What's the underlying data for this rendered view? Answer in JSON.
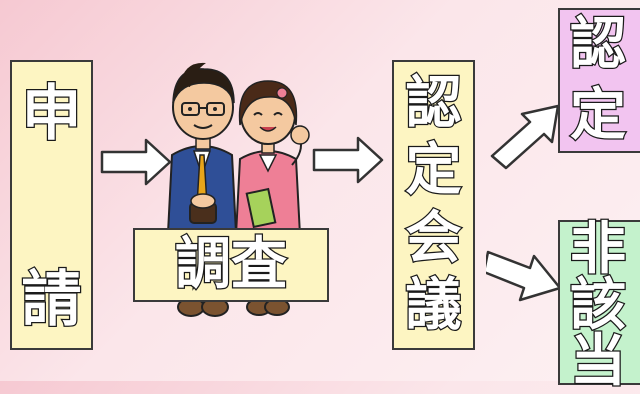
{
  "steps": {
    "application": {
      "chars": [
        "申",
        "請"
      ]
    },
    "investigation": {
      "chars": [
        "調",
        "査"
      ]
    },
    "certification_meeting": {
      "chars": [
        "認",
        "定",
        "会",
        "議"
      ]
    },
    "result_certified": {
      "chars": [
        "認",
        "定"
      ]
    },
    "result_not_applicable": {
      "chars": [
        "非",
        "該",
        "当"
      ]
    }
  },
  "colors": {
    "background": "#f6c9d2",
    "step_box": "#fdf5c2",
    "certified_box": "#f2c4f0",
    "not_applicable_box": "#c4f2cc",
    "arrow_fill": "#ffffff",
    "outline": "#1a1a1a"
  },
  "icons": [
    "right-arrow-icon",
    "up-right-arrow-icon",
    "down-right-arrow-icon",
    "male-investigator-illustration",
    "female-investigator-illustration"
  ]
}
